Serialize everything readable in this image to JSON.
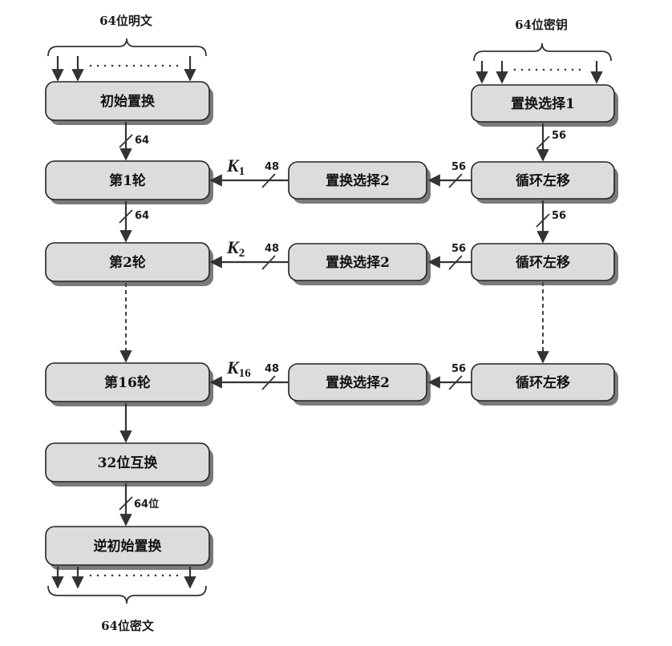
{
  "labels": {
    "plaintext": "64位明文",
    "key": "64位密钥",
    "ciphertext": "64位密文"
  },
  "boxes": {
    "initial_permutation": "初始置换",
    "round1": "第1轮",
    "round2": "第2轮",
    "round16": "第16轮",
    "swap32": "32位互换",
    "inverse_permutation": "逆初始置换",
    "pc1": "置换选择1",
    "shift1": "循环左移",
    "shift2": "循环左移",
    "shift16": "循环左移",
    "pc2_1": "置换选择2",
    "pc2_2": "置换选择2",
    "pc2_16": "置换选择2"
  },
  "bit_widths": {
    "ip_to_round1": "64",
    "round1_to_round2": "64",
    "swap_to_inverse": "64位",
    "pc1_to_shift1": "56",
    "shift1_to_shift2": "56",
    "shift1_to_pc2": "56",
    "shift2_to_pc2": "56",
    "shift16_to_pc2": "56",
    "pc2_to_round1": "48",
    "pc2_to_round2": "48",
    "pc2_to_round16": "48"
  },
  "subkeys": {
    "k1": {
      "letter": "K",
      "sub": "1"
    },
    "k2": {
      "letter": "K",
      "sub": "2"
    },
    "k16": {
      "letter": "K",
      "sub": "16"
    }
  }
}
